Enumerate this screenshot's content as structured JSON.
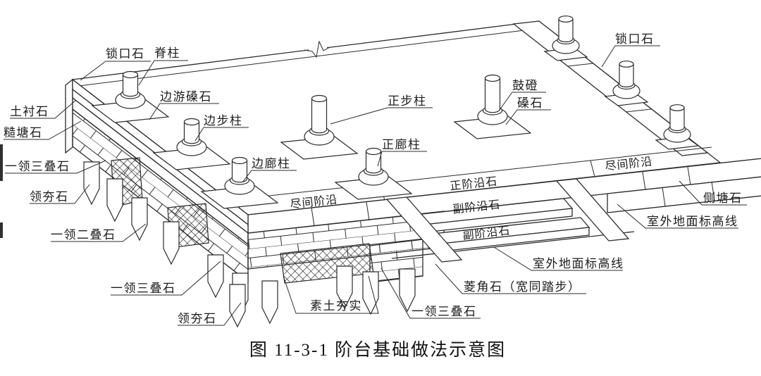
{
  "figure": {
    "caption": "图 11-3-1  阶台基础做法示意图",
    "colors": {
      "ink": "#2b2b2b",
      "paper": "#ffffff"
    },
    "labels": {
      "suokoushi_left": "锁口石",
      "jizhu": "脊柱",
      "bianyou_sangshi": "边游磉石",
      "bianbuzhu": "边步柱",
      "tuchenshi": "土衬石",
      "caotangshi": "糙塘石",
      "yiling_sandieshi_1": "一领三叠石",
      "linghangshi_1": "领夯石",
      "yiling_erdieshi": "一领二叠石",
      "yiling_sandieshi_2": "一领三叠石",
      "linghangshi_2": "领夯石",
      "bianlangzhu": "边廊柱",
      "zhengbuzhu": "正步柱",
      "zhenglangzhu": "正廊柱",
      "gudeng": "鼓磴",
      "sangshi": "磉石",
      "suokoushi_right": "锁口石",
      "jinjian_jieyan_left": "尽间阶沿",
      "zheng_jieyanshi": "正阶沿石",
      "fu_jieyanshi_1": "副阶沿石",
      "fu_jieyanshi_2": "副阶沿石",
      "jinjian_jieyan_right": "尽间阶沿",
      "cetangshi": "侧塘石",
      "ground_line_right": "室外地面标高线",
      "ground_line_left": "室外地面标高线",
      "lingjiaoshi": "菱角石（宽同踏步）",
      "sutu_hangshi": "素土夯实",
      "yiling_sandieshi_3": "一领三叠石"
    }
  }
}
